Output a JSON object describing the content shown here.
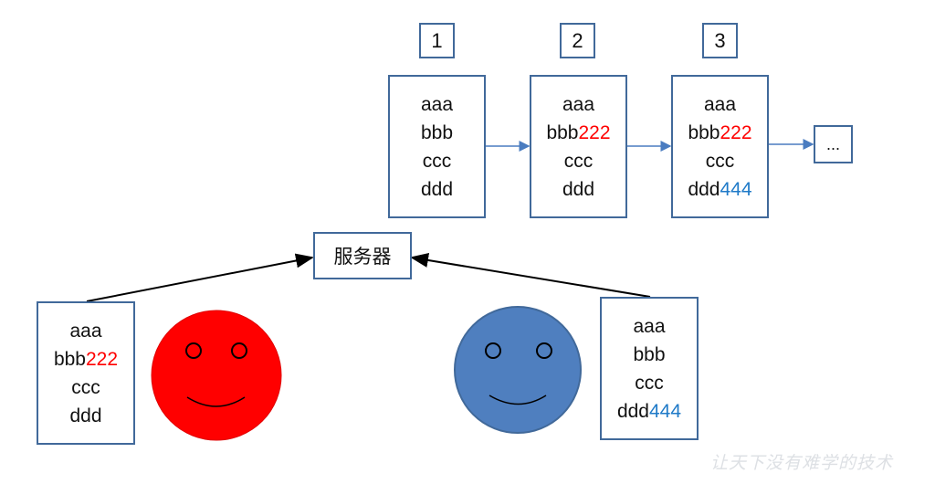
{
  "versions": [
    {
      "label": "1",
      "lines": [
        {
          "t": "aaa",
          "s": ""
        },
        {
          "t": "bbb",
          "s": ""
        },
        {
          "t": "ccc",
          "s": ""
        },
        {
          "t": "ddd",
          "s": ""
        }
      ]
    },
    {
      "label": "2",
      "lines": [
        {
          "t": "aaa",
          "s": ""
        },
        {
          "t": "bbb",
          "s": "222"
        },
        {
          "t": "ccc",
          "s": ""
        },
        {
          "t": "ddd",
          "s": ""
        }
      ]
    },
    {
      "label": "3",
      "lines": [
        {
          "t": "aaa",
          "s": ""
        },
        {
          "t": "bbb",
          "s": "222"
        },
        {
          "t": "ccc",
          "s": ""
        },
        {
          "t": "ddd",
          "s": "444"
        }
      ]
    }
  ],
  "more_label": "...",
  "server_label": "服务器",
  "left_client": {
    "lines": [
      {
        "t": "aaa",
        "s": ""
      },
      {
        "t": "bbb",
        "s": "222"
      },
      {
        "t": "ccc",
        "s": ""
      },
      {
        "t": "ddd",
        "s": ""
      }
    ],
    "face_color": "#ff0000"
  },
  "right_client": {
    "lines": [
      {
        "t": "aaa",
        "s": ""
      },
      {
        "t": "bbb",
        "s": ""
      },
      {
        "t": "ccc",
        "s": ""
      },
      {
        "t": "ddd",
        "s": "444"
      }
    ],
    "face_color": "#4f7fbf"
  },
  "colors": {
    "border": "#41699a",
    "modified_a": "#ff0000",
    "modified_b": "#1f7ac8"
  },
  "watermark": "让天下没有难学的技术"
}
